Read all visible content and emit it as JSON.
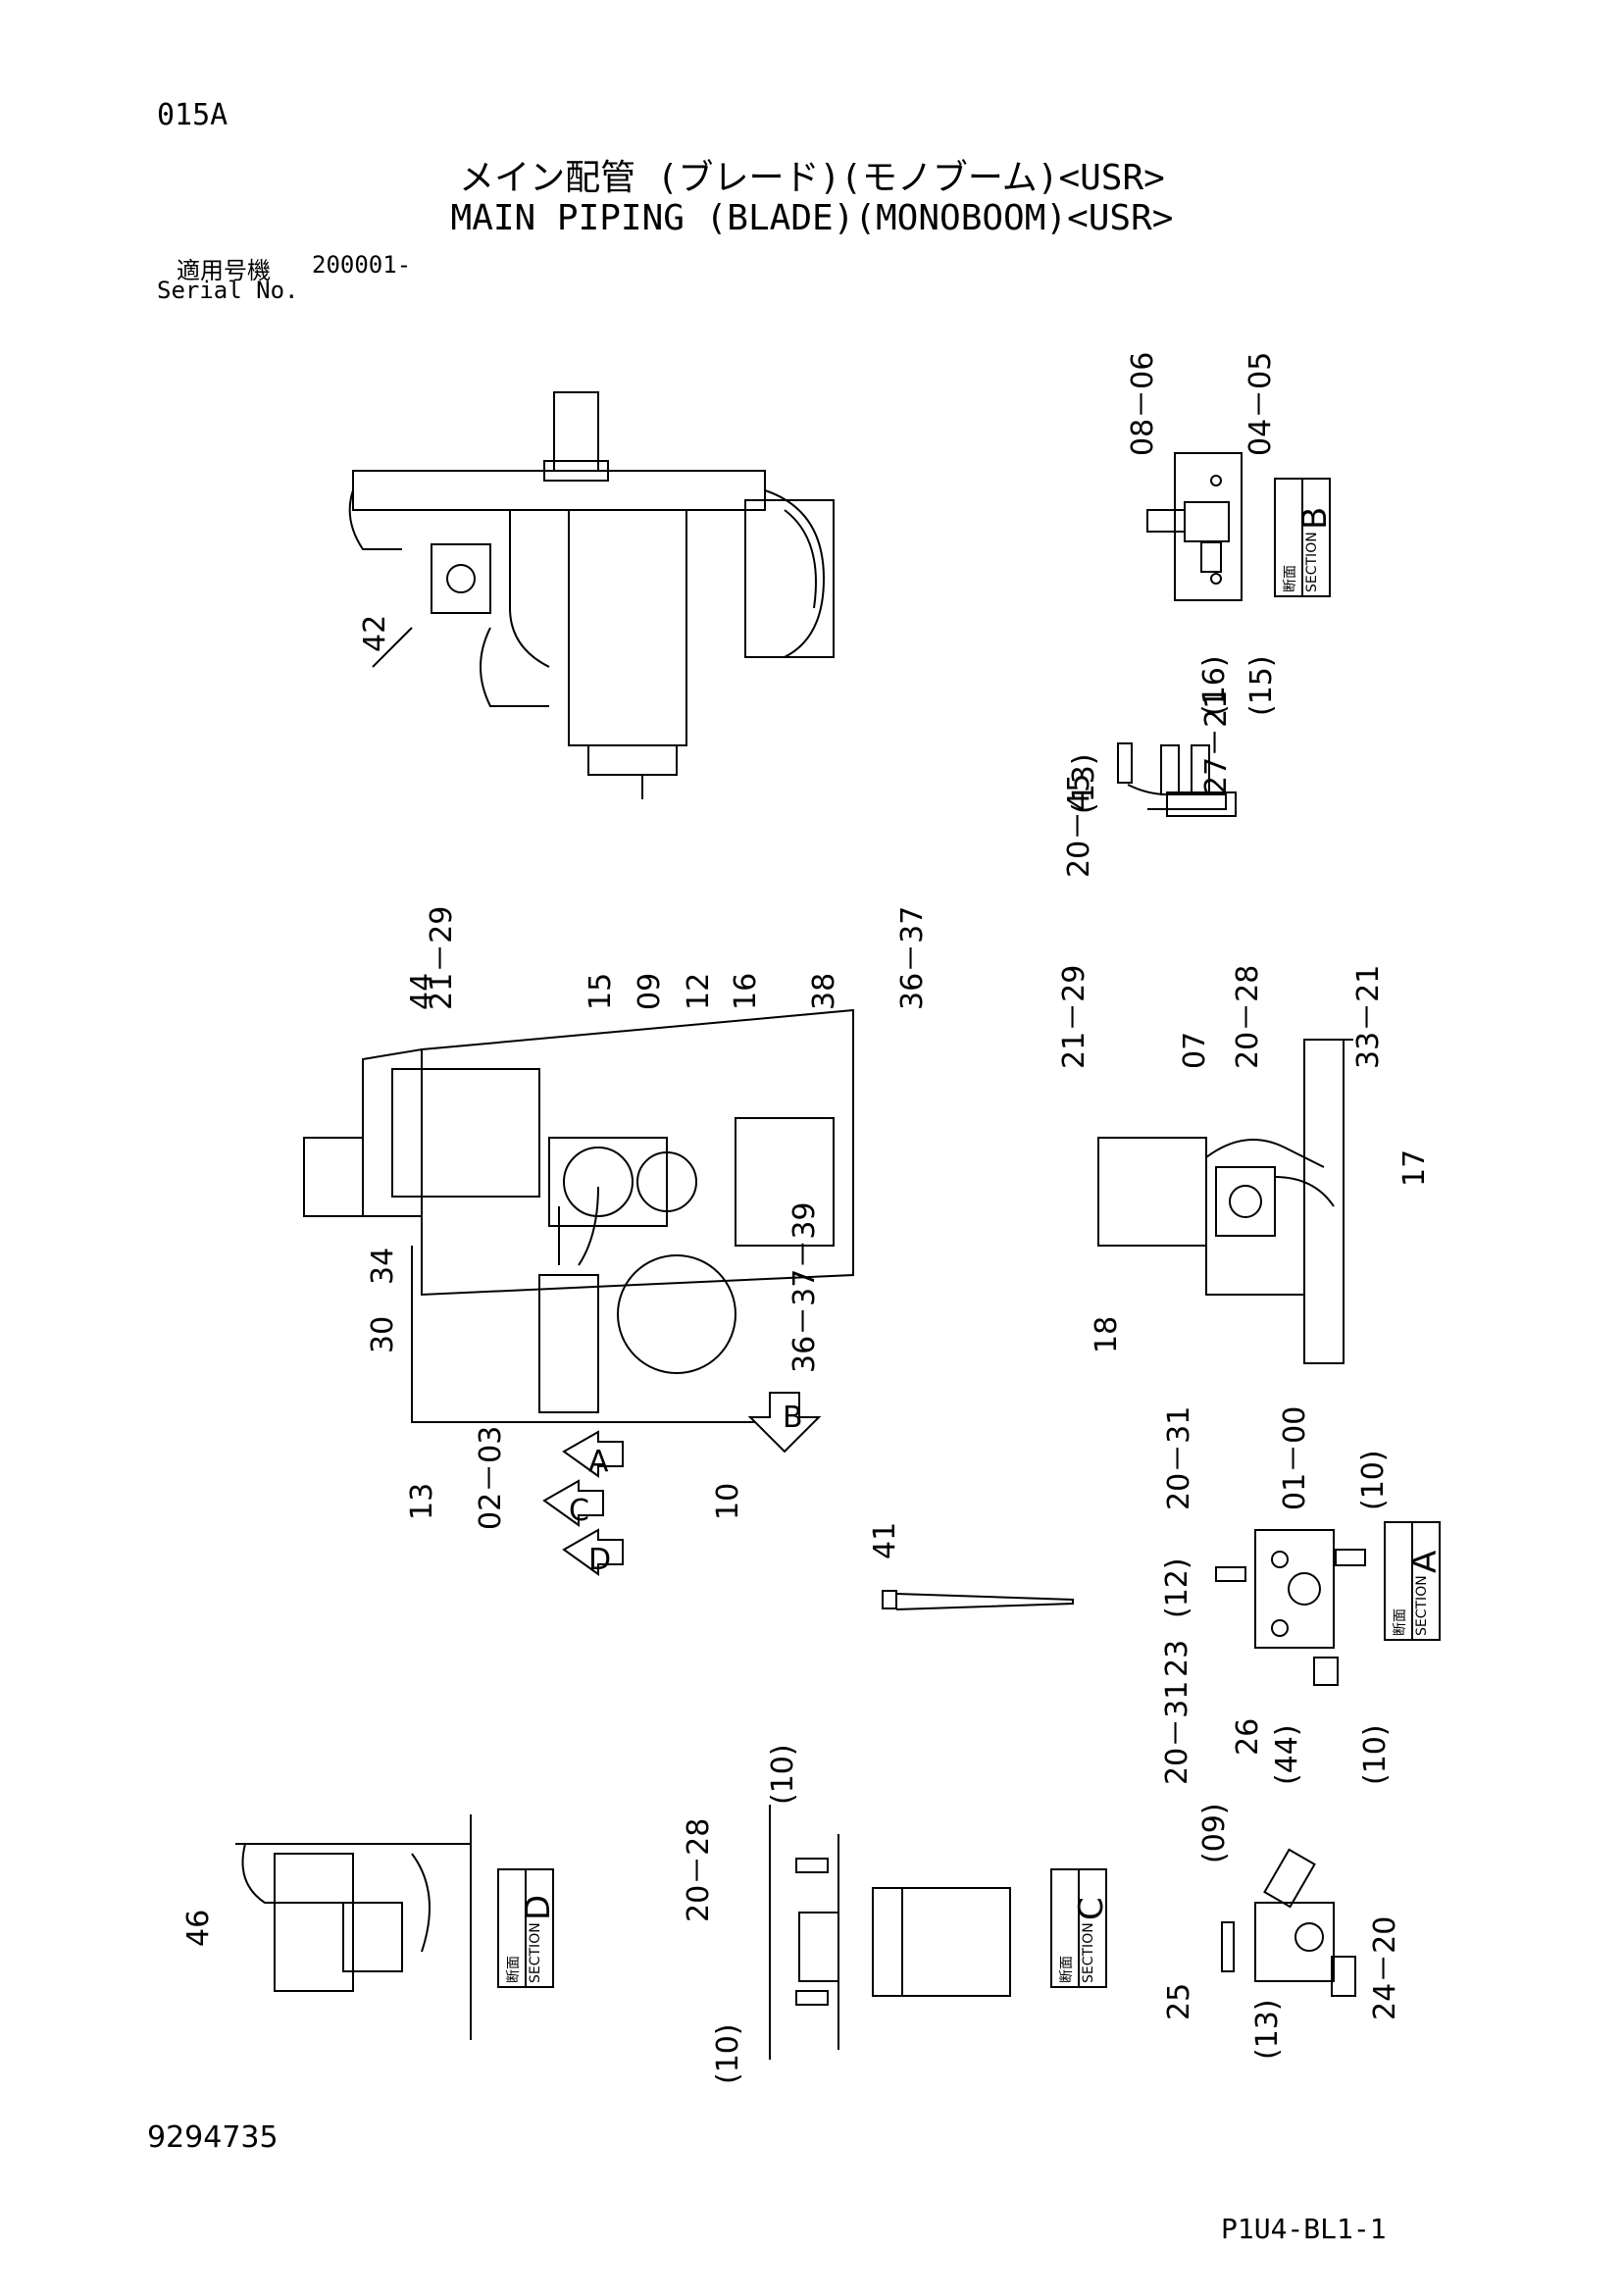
{
  "header": {
    "page_code": "015A",
    "title_jp": "メイン配管 (ブレード)(モノブーム)<USR>",
    "title_en": "MAIN PIPING (BLADE)(MONOBOOM)<USR>",
    "serial_label_jp": "適用号機",
    "serial_value": "200001-",
    "serial_label_en": "Serial No."
  },
  "footer": {
    "drawing_number": "9294735",
    "reference_code": "P1U4-BL1-1"
  },
  "sections": {
    "a": {
      "letter": "A",
      "jp": "断面",
      "en": "SECTION"
    },
    "b": {
      "letter": "B",
      "jp": "断面",
      "en": "SECTION"
    },
    "c": {
      "letter": "C",
      "jp": "断面",
      "en": "SECTION"
    },
    "d": {
      "letter": "D",
      "jp": "断面",
      "en": "SECTION"
    }
  },
  "view_arrows": {
    "a": "A",
    "b": "B",
    "c": "C",
    "d": "D"
  },
  "callouts": {
    "top_view": {
      "c42": "42"
    },
    "section_b": {
      "c08_06": "08－06",
      "c04_05": "04－05"
    },
    "detail_small": {
      "c16": "(16)",
      "c15": "(15)",
      "c27_21": "27－21",
      "c13": "(13)",
      "c20_45": "20－45"
    },
    "main_view": {
      "c44": "44",
      "c21_29": "21－29",
      "c15": "15",
      "c09": "09",
      "c12": "12",
      "c16": "16",
      "c38": "38",
      "c36_37": "36－37",
      "c34": "34",
      "c30": "30",
      "c36_37_39": "36－37－39",
      "c13": "13",
      "c02_03": "02－03",
      "c10": "10"
    },
    "right_view": {
      "c21_29": "21－29",
      "c07": "07",
      "c20_28": "20－28",
      "c33_21": "33－21",
      "c17": "17",
      "c18": "18"
    },
    "part_41": {
      "c41": "41"
    },
    "section_a": {
      "c20_31_top": "20－31",
      "c01_00": "01－00",
      "c10_top": "(10)",
      "c12": "(12)",
      "c23": "23",
      "c20_31_bottom": "20－31",
      "c26": "26",
      "c44": "(44)",
      "c10_bottom": "(10)"
    },
    "section_d": {
      "c46": "46"
    },
    "section_c": {
      "c10_top": "(10)",
      "c20_28": "20－28",
      "c10_bottom": "(10)"
    },
    "detail_bottom_right": {
      "c09": "(09)",
      "c25": "25",
      "c13": "(13)",
      "c24_20": "24－20"
    }
  }
}
